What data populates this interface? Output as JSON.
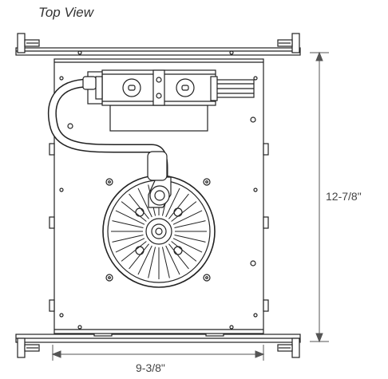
{
  "title": "Top View",
  "dimensions": {
    "height": "12-7/8\"",
    "width": "9-3/8\""
  },
  "colors": {
    "line": "#222222",
    "dim_line": "#555555",
    "background": "#ffffff"
  }
}
